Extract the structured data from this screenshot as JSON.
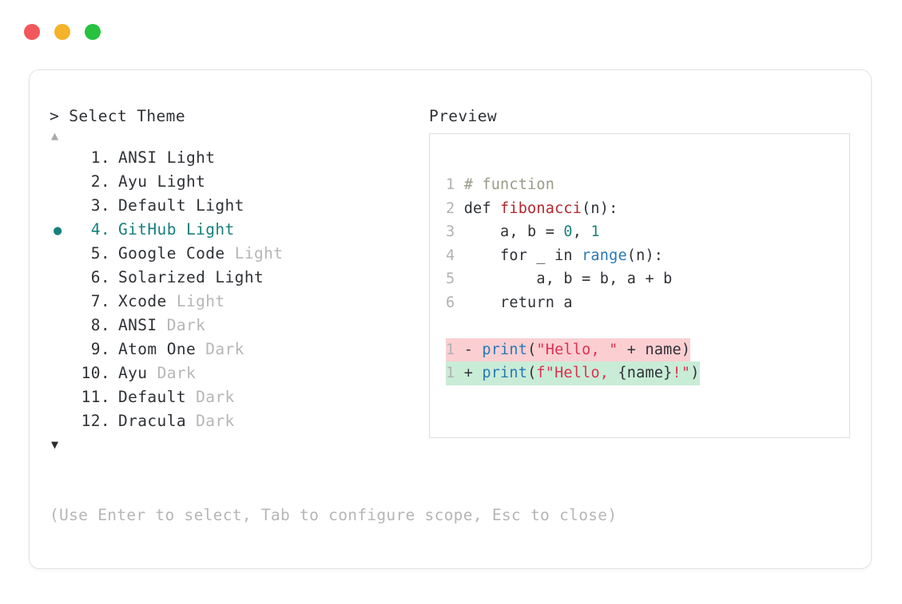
{
  "window": {
    "buttons": [
      {
        "name": "close",
        "color": "#f2585b"
      },
      {
        "name": "minimize",
        "color": "#f5b32a"
      },
      {
        "name": "maximize",
        "color": "#27c23f"
      }
    ]
  },
  "prompt": {
    "heading": "> Select Theme",
    "scroll_up": "▲",
    "scroll_down": "▼",
    "selected_index": 4,
    "marker": "●",
    "accent_color": "#15807b",
    "muted_color": "#b6b6b8",
    "text_color": "#2e3136"
  },
  "themes": [
    {
      "index": "1.",
      "name": "ANSI",
      "variant": "Light",
      "variant_muted": false,
      "selected": false
    },
    {
      "index": "2.",
      "name": "Ayu",
      "variant": "Light",
      "variant_muted": false,
      "selected": false
    },
    {
      "index": "3.",
      "name": "Default",
      "variant": "Light",
      "variant_muted": false,
      "selected": false
    },
    {
      "index": "4.",
      "name": "GitHub",
      "variant": "Light",
      "variant_muted": false,
      "selected": true
    },
    {
      "index": "5.",
      "name": "Google Code",
      "variant": "Light",
      "variant_muted": true,
      "selected": false
    },
    {
      "index": "6.",
      "name": "Solarized",
      "variant": "Light",
      "variant_muted": false,
      "selected": false
    },
    {
      "index": "7.",
      "name": "Xcode",
      "variant": "Light",
      "variant_muted": true,
      "selected": false
    },
    {
      "index": "8.",
      "name": "ANSI",
      "variant": "Dark",
      "variant_muted": true,
      "selected": false
    },
    {
      "index": "9.",
      "name": "Atom One",
      "variant": "Dark",
      "variant_muted": true,
      "selected": false
    },
    {
      "index": "10.",
      "name": "Ayu",
      "variant": "Dark",
      "variant_muted": true,
      "selected": false
    },
    {
      "index": "11.",
      "name": "Default",
      "variant": "Dark",
      "variant_muted": true,
      "selected": false
    },
    {
      "index": "12.",
      "name": "Dracula",
      "variant": "Dark",
      "variant_muted": true,
      "selected": false
    }
  ],
  "hint": "(Use Enter to select, Tab to configure scope, Esc to close)",
  "preview": {
    "heading": "Preview",
    "code_lines": [
      {
        "number": "1",
        "tokens": [
          {
            "text": "# function",
            "type": "comment"
          }
        ]
      },
      {
        "number": "2",
        "tokens": [
          {
            "text": "def ",
            "type": "keyword"
          },
          {
            "text": "fibonacci",
            "type": "func"
          },
          {
            "text": "(n):",
            "type": "plain"
          }
        ]
      },
      {
        "number": "3",
        "tokens": [
          {
            "text": "    a, b = ",
            "type": "plain"
          },
          {
            "text": "0",
            "type": "number"
          },
          {
            "text": ", ",
            "type": "plain"
          },
          {
            "text": "1",
            "type": "number"
          }
        ]
      },
      {
        "number": "4",
        "tokens": [
          {
            "text": "    for _ in ",
            "type": "plain"
          },
          {
            "text": "range",
            "type": "builtin"
          },
          {
            "text": "(n):",
            "type": "plain"
          }
        ]
      },
      {
        "number": "5",
        "tokens": [
          {
            "text": "        a, b = b, a + b",
            "type": "plain"
          }
        ]
      },
      {
        "number": "6",
        "tokens": [
          {
            "text": "    return a",
            "type": "plain"
          }
        ]
      }
    ],
    "diff_lines": [
      {
        "number": "1",
        "kind": "deletion",
        "sign": "-",
        "tokens": [
          {
            "text": "print",
            "type": "call"
          },
          {
            "text": "(",
            "type": "plain"
          },
          {
            "text": "\"Hello, \"",
            "type": "string"
          },
          {
            "text": " + name)",
            "type": "plain"
          }
        ]
      },
      {
        "number": "1",
        "kind": "addition",
        "sign": "+",
        "tokens": [
          {
            "text": "print",
            "type": "call"
          },
          {
            "text": "(",
            "type": "plain"
          },
          {
            "text": "f\"Hello, ",
            "type": "string"
          },
          {
            "text": "{name}",
            "type": "plain"
          },
          {
            "text": "!\"",
            "type": "string"
          },
          {
            "text": ")",
            "type": "plain"
          }
        ]
      }
    ],
    "colors": {
      "comment": "#9a9a86",
      "function": "#b3262a",
      "number": "#1c8079",
      "builtin": "#2878b5",
      "string": "#e03050",
      "line_number": "#b0b2b4",
      "diff_deletion_bg": "#fbcfd2",
      "diff_addition_bg": "#c9ecd7"
    }
  }
}
